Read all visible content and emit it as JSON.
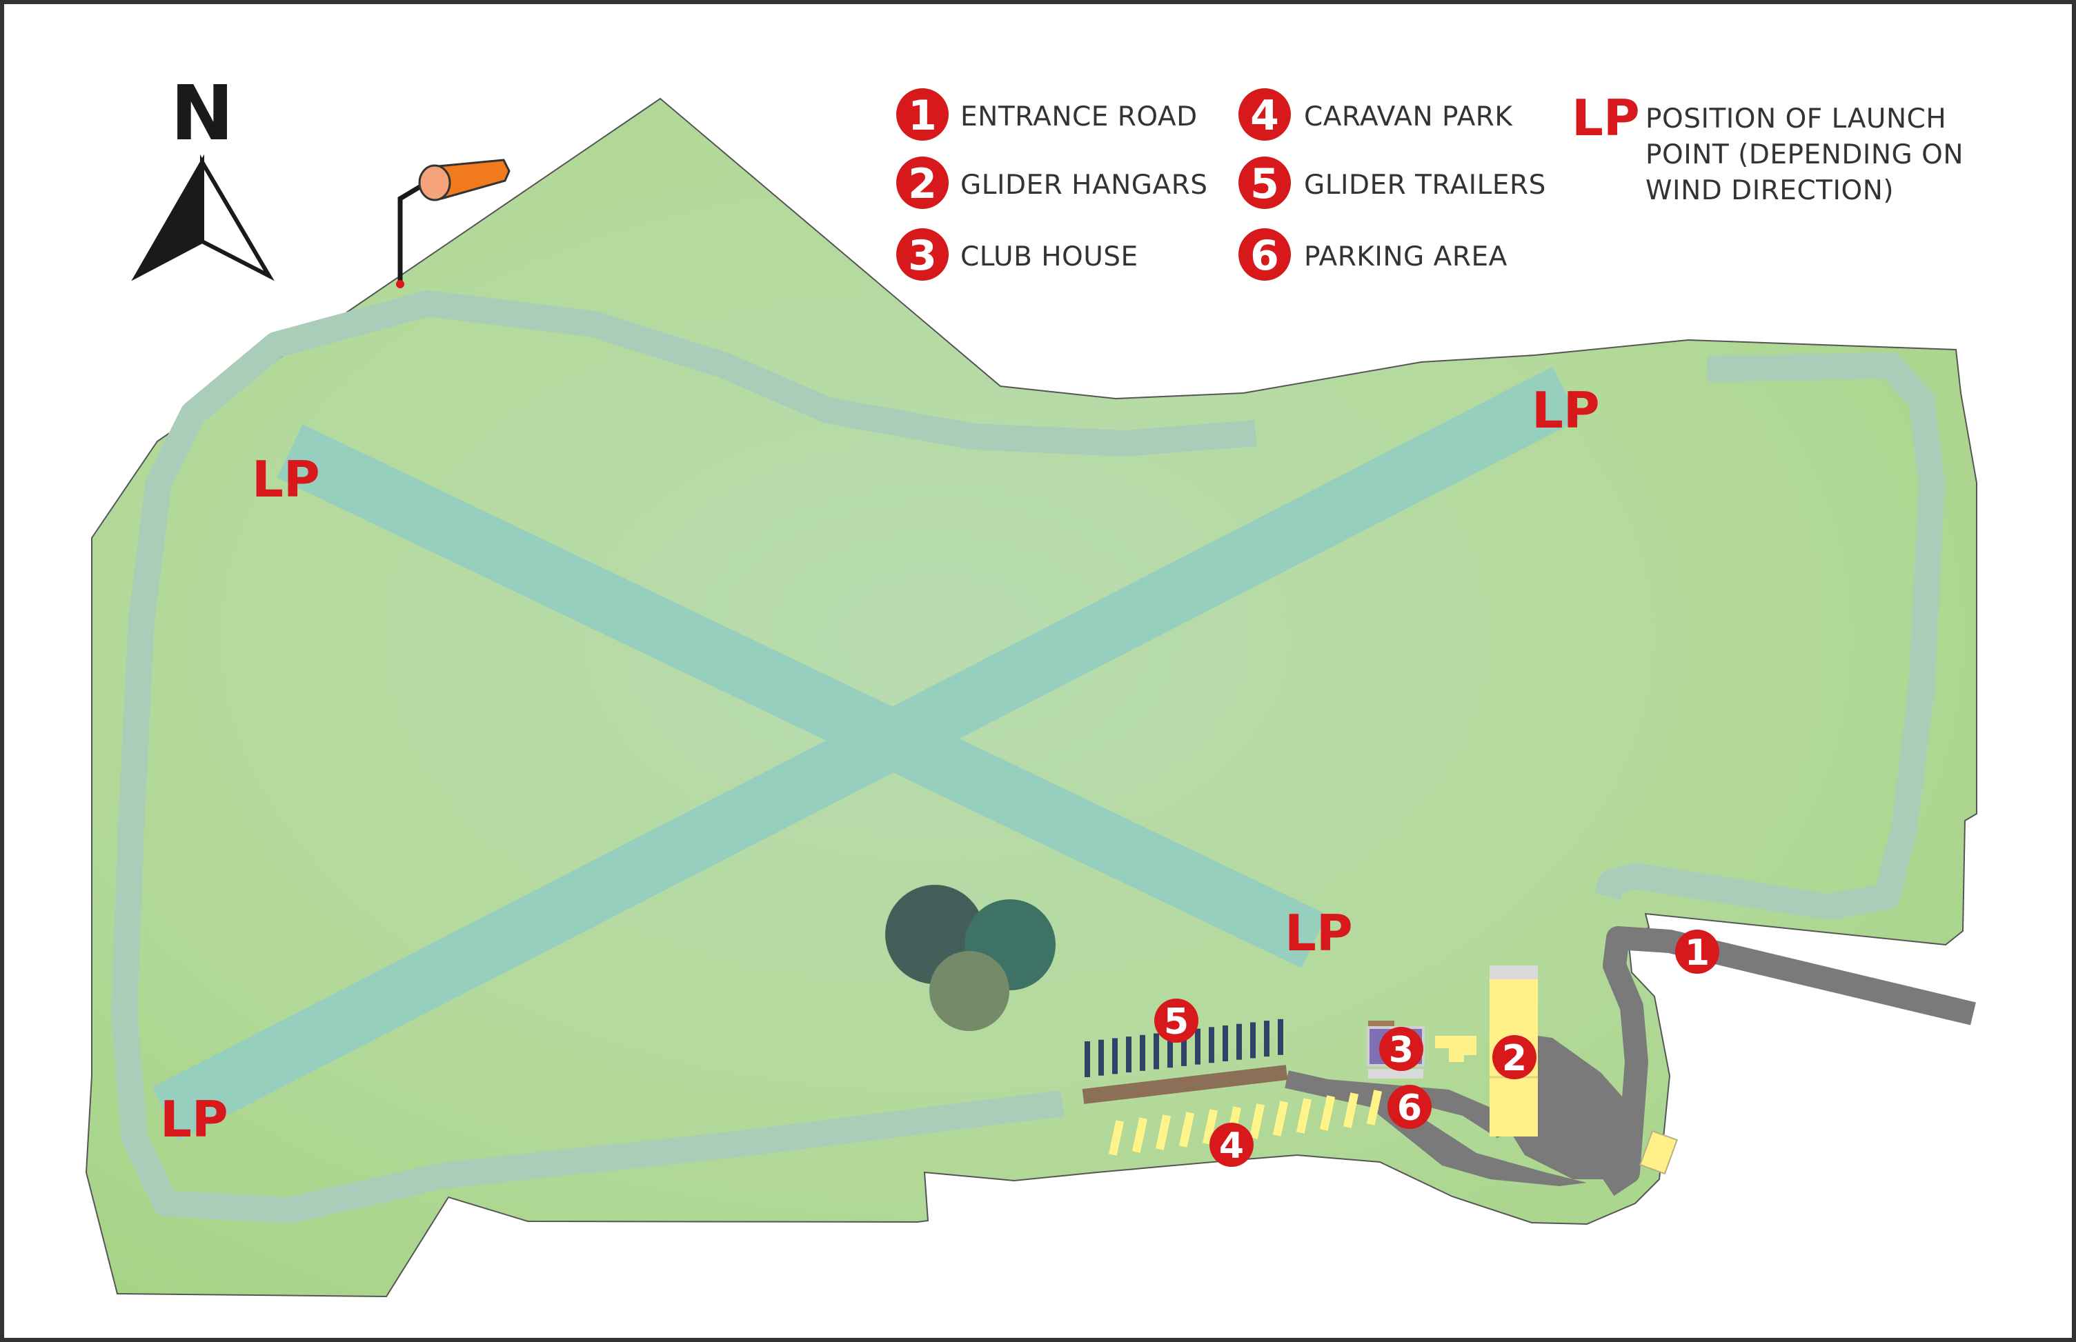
{
  "colors": {
    "field": "#b3d99a",
    "field_outline": "#4d4d4d",
    "perimeter_track": "#a9cdb9",
    "runway": "#97cfbf",
    "marker_red": "#d7191c",
    "road": "#7a7a7a",
    "hangar": "#fff08a",
    "clubhouse": "#7f6fb5",
    "trailer_row": "#2e4466",
    "caravan": "#fff48a",
    "windsock": "#f07a1d",
    "trees": [
      "#445f5a",
      "#3e7265",
      "#758a69"
    ]
  },
  "compass": {
    "letter": "N",
    "icon": "north-arrow-icon"
  },
  "windsock": {
    "icon": "windsock-icon"
  },
  "legend": {
    "items": [
      {
        "num": "1",
        "label": "ENTRANCE ROAD"
      },
      {
        "num": "2",
        "label": "GLIDER HANGARS"
      },
      {
        "num": "3",
        "label": "CLUB HOUSE"
      },
      {
        "num": "4",
        "label": "CARAVAN PARK"
      },
      {
        "num": "5",
        "label": "GLIDER TRAILERS"
      },
      {
        "num": "6",
        "label": "PARKING AREA"
      }
    ],
    "lp": {
      "symbol": "LP",
      "lines": [
        "POSITION OF LAUNCH",
        "POINT (DEPENDING ON",
        "WIND DIRECTION)"
      ]
    }
  },
  "map": {
    "launch_points": [
      "LP",
      "LP",
      "LP",
      "LP"
    ],
    "markers": [
      "1",
      "2",
      "3",
      "4",
      "5",
      "6"
    ]
  }
}
